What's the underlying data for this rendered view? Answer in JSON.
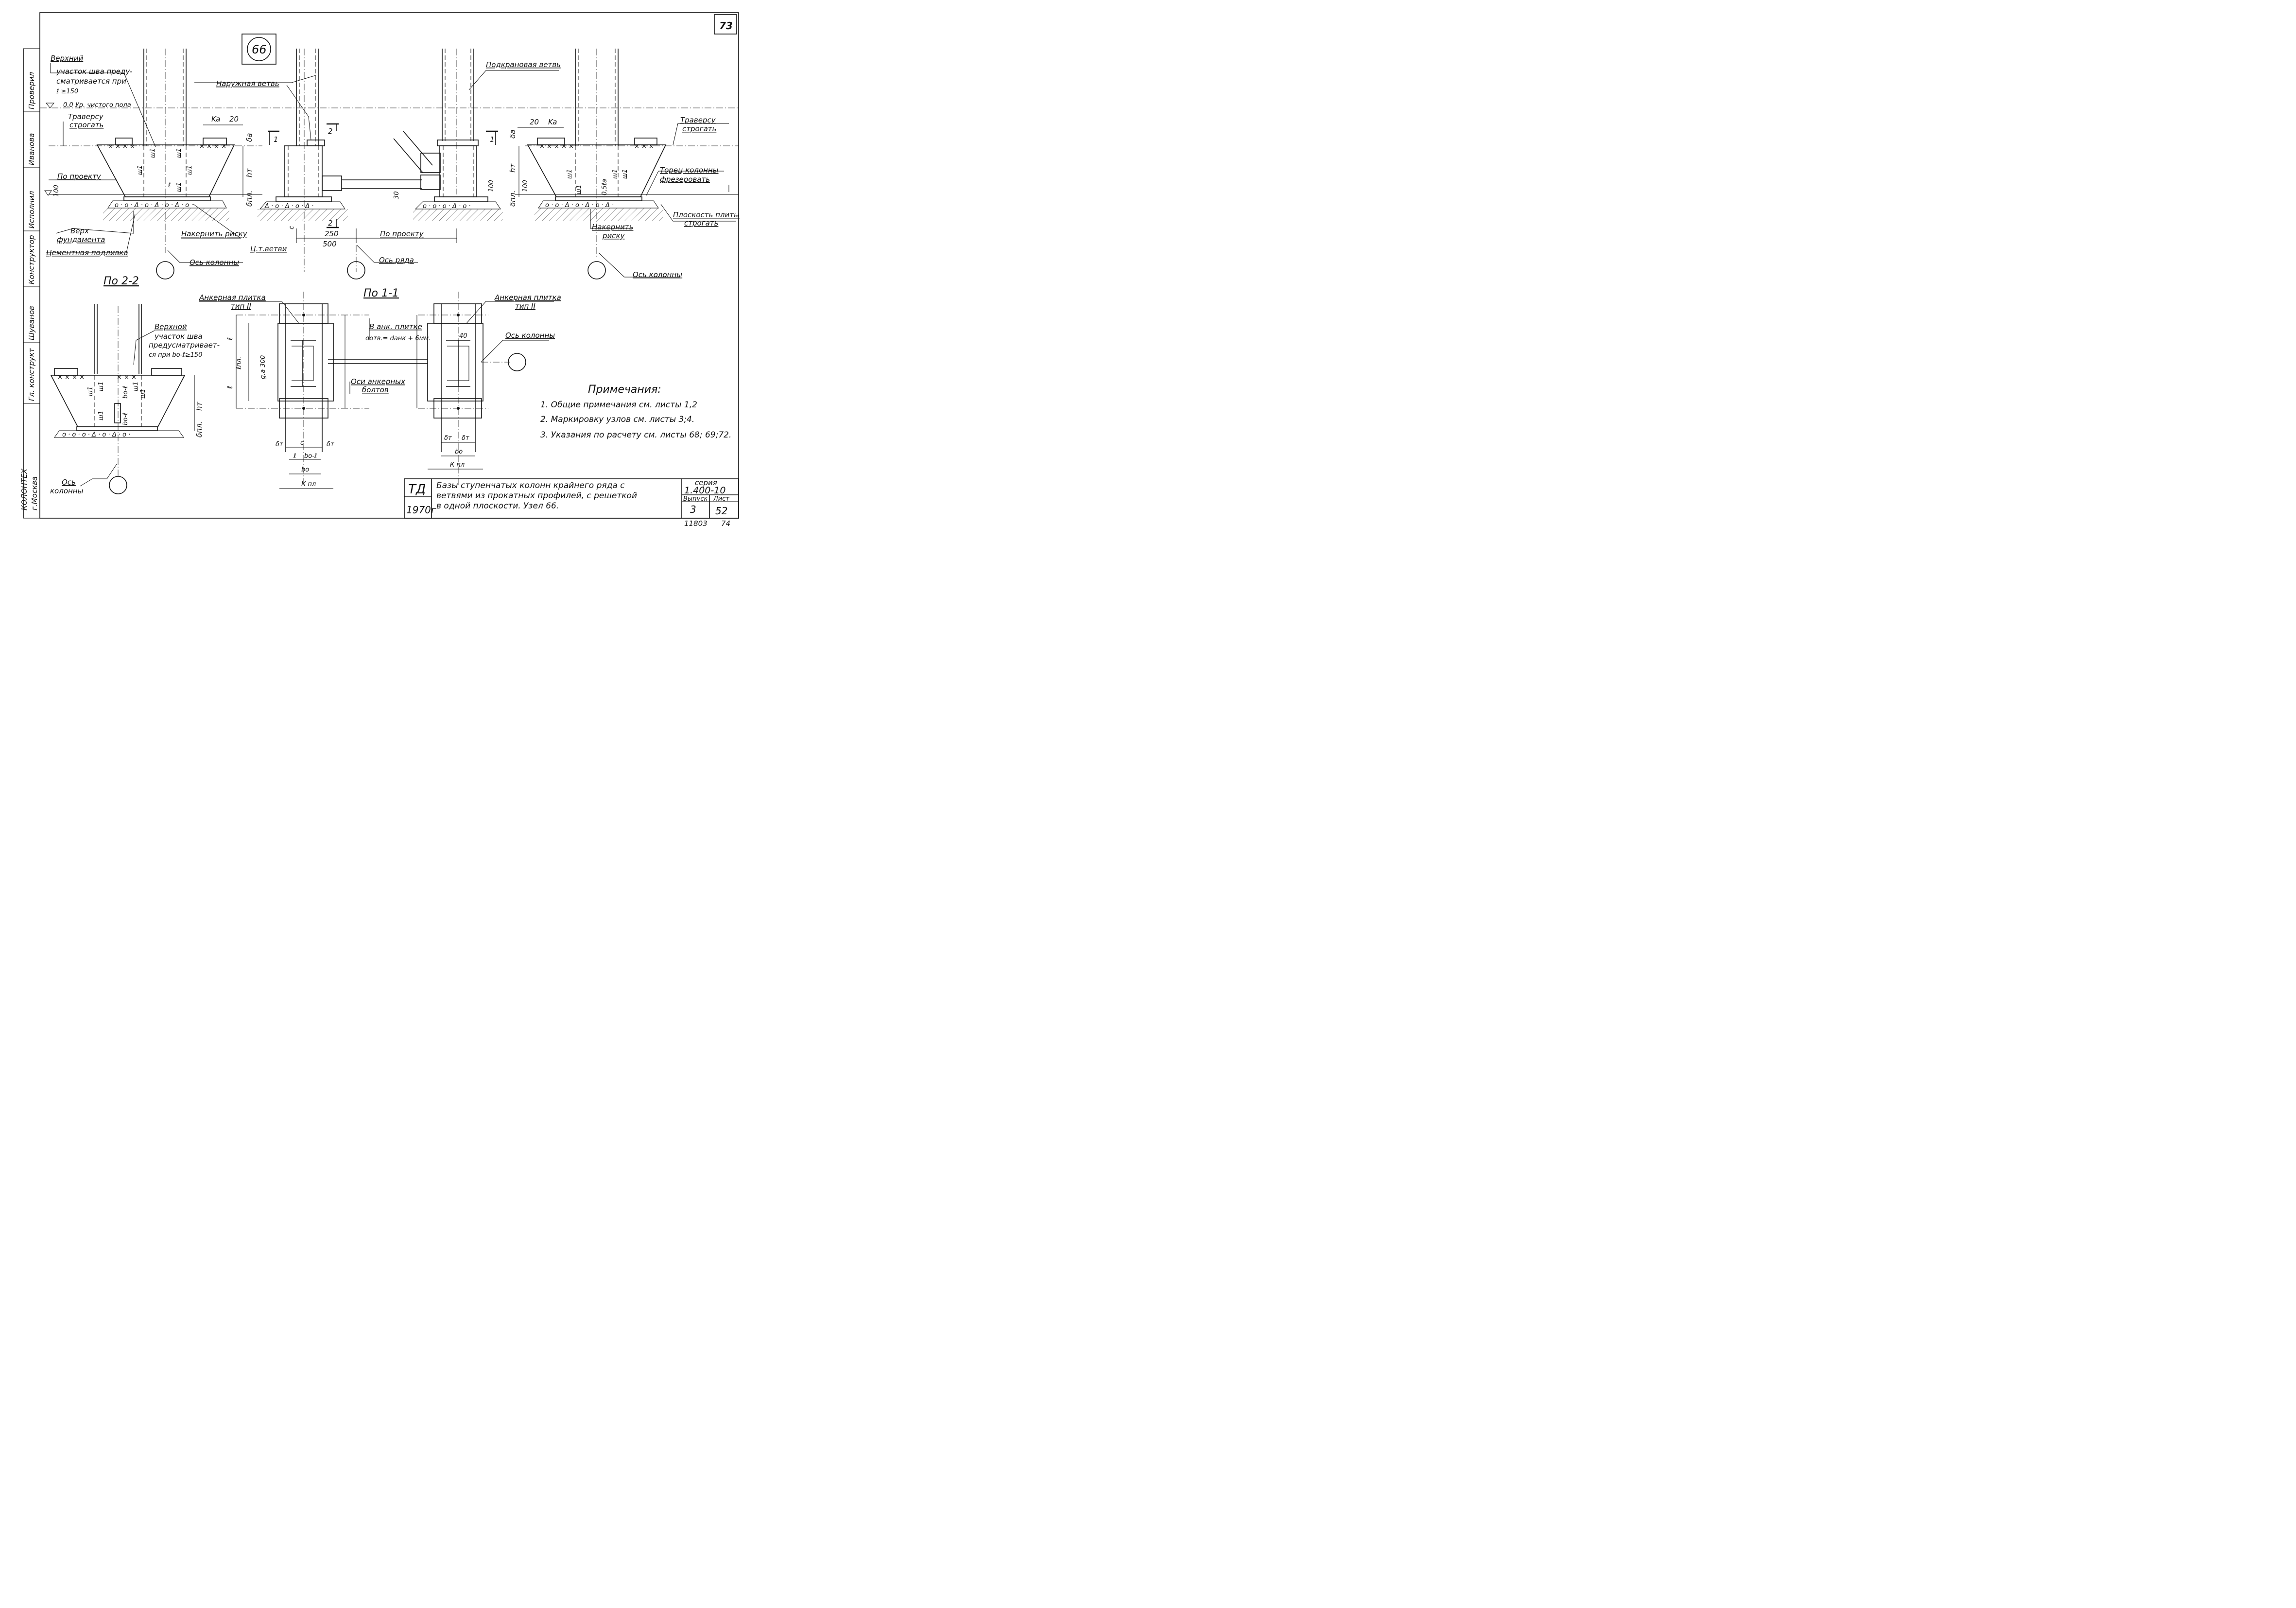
{
  "sheet": {
    "page_number": "73",
    "node_id": "66",
    "side_stamp": [
      "Гл. конструкт",
      "Шуванов",
      "Конструктор",
      "Исполнил",
      "Иванова",
      "Проверил"
    ],
    "city": "г.Москва",
    "city_prefix": "КОЛОНТЕХ"
  },
  "labels": {
    "upper_weld": [
      "Верхний",
      "участок шва преду-",
      "сматривается при",
      "ℓ ≥150"
    ],
    "clean_floor": "0.0 Ур. чистого пола",
    "plane_traverse": [
      "Траверсу",
      "строгать"
    ],
    "by_project": "По проекту",
    "foundation_top": [
      "Верх",
      "фундамента"
    ],
    "cement": "Цементная подливка",
    "punch_mark": "Накернить риску",
    "column_axis": "Ось колонны",
    "outer_branch": "Наружная ветвь",
    "crane_branch": "Подкрановая ветвь",
    "branch_ct": "Ц.т.ветви",
    "row_axis": "Ось ряда",
    "column_end": [
      "Торец колонны",
      "фрезеровать"
    ],
    "plate_plane": [
      "Плоскость плиты",
      "строгать"
    ],
    "punch_mark_2": [
      "Накернить",
      "риску"
    ],
    "column_axis_2": "Ось колонны",
    "anchor_plate_l": [
      "Анкерная плитка",
      "тип II"
    ],
    "anchor_plate_r": [
      "Анкерная плитка",
      "тип II"
    ],
    "anchor_note": [
      "В анк. плитке",
      "dотв.= dанк + 6мм."
    ],
    "anchor_bolts": [
      "Оси анкерных",
      "болтов"
    ],
    "column_axis_3": "Ось колонны",
    "upper_weld_2": [
      "Верхной",
      "участок шва",
      "предусматривает-",
      "ся при bo-ℓ≥150"
    ],
    "column_axis_4": [
      "Ось",
      "колонны"
    ]
  },
  "section_titles": {
    "s22": "По 2-2",
    "s11": "По 1-1"
  },
  "dims": {
    "ka": "Ka",
    "d20": "20",
    "ha": "δa",
    "ht": "hт",
    "hpl": "δпл.",
    "d100": "100",
    "d30": "30",
    "d250": "250",
    "d500": "500",
    "by_project": "По проекту",
    "sec1": "1",
    "sec2": "2",
    "w": "ш1",
    "l": "ℓ",
    "lpl": "ℓпл.",
    "d300": "g.a 300",
    "d40": "40",
    "bo": "bo",
    "dt": "δт",
    "kpl": "К пл",
    "bol": "bo-ℓ",
    "c": "с",
    "half": "0,5ℓa"
  },
  "notes": {
    "title": "Примечания:",
    "items": [
      "1. Общие примечания см. листы 1,2",
      "2. Маркировку узлов см. листы 3;4.",
      "3. Указания по расчету см. листы 68; 69;72."
    ]
  },
  "title_block": {
    "org": "ТД",
    "year": "1970г",
    "title": [
      "Базы ступенчатых колонн крайнего ряда с",
      "ветвями из прокатных профилей, с решеткой",
      "в одной плоскости. Узел 66."
    ],
    "series_label": "серия",
    "series": "1.400-10",
    "issue_label": "Выпуск",
    "issue": "3",
    "sheet_label": "Лист",
    "sheet": "52",
    "archive_left": "11803",
    "archive_right": "74"
  }
}
